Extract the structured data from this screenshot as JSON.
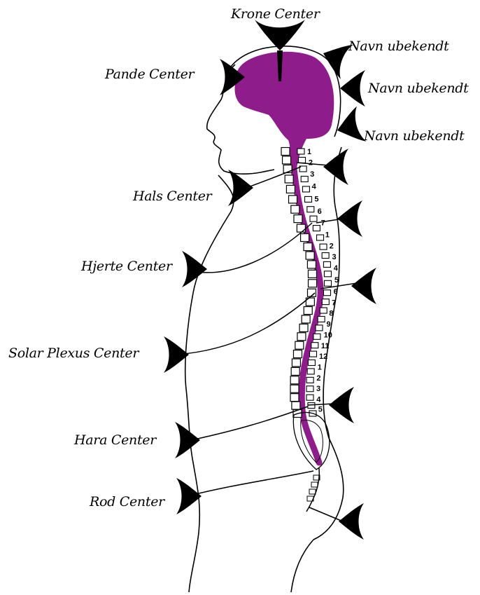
{
  "colors": {
    "brain": "#8e1c8a",
    "ink": "#000000",
    "background": "#ffffff"
  },
  "labels": {
    "krone": "Krone Center",
    "pande": "Pande Center",
    "navn1": "Navn ubekendt",
    "navn2": "Navn ubekendt",
    "navn3": "Navn ubekendt",
    "hals": "Hals Center",
    "hjerte": "Hjerte Center",
    "solar": "Solar Plexus Center",
    "hara": "Hara Center",
    "rod": "Rod Center"
  },
  "vertebra_numbers": [
    "1",
    "2",
    "3",
    "4",
    "5",
    "6",
    "7",
    "1",
    "2",
    "3",
    "4",
    "5",
    "6",
    "7",
    "8",
    "9",
    "10",
    "11",
    "12",
    "1",
    "2",
    "3",
    "4",
    "5"
  ]
}
